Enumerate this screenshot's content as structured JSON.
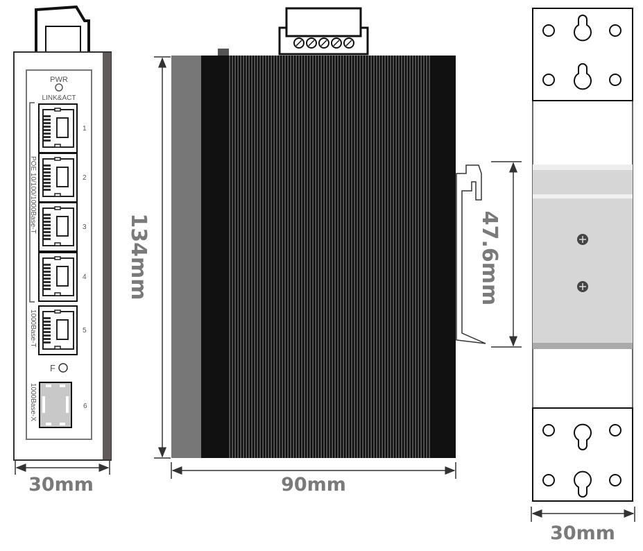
{
  "front_panel": {
    "pwr_label": "PWR",
    "link_act_label": "LINK&ACT",
    "poe_group_label": "POE 10/100/1000Base-T",
    "base_t_label": "1000Base-T",
    "base_x_label": "1000Base-X",
    "fault_label": "F",
    "ports": [
      "1",
      "2",
      "3",
      "4",
      "5"
    ],
    "sfp_port": "6"
  },
  "dimensions": {
    "front_width": "30mm",
    "height": "134mm",
    "depth": "90mm",
    "din_rail": "47.6mm",
    "rear_width": "30mm"
  },
  "colors": {
    "dimension_text": "#7a7a7a",
    "housing_dark": "#111111",
    "side_strip": "#777777",
    "panel_edge": "#605a5a"
  }
}
